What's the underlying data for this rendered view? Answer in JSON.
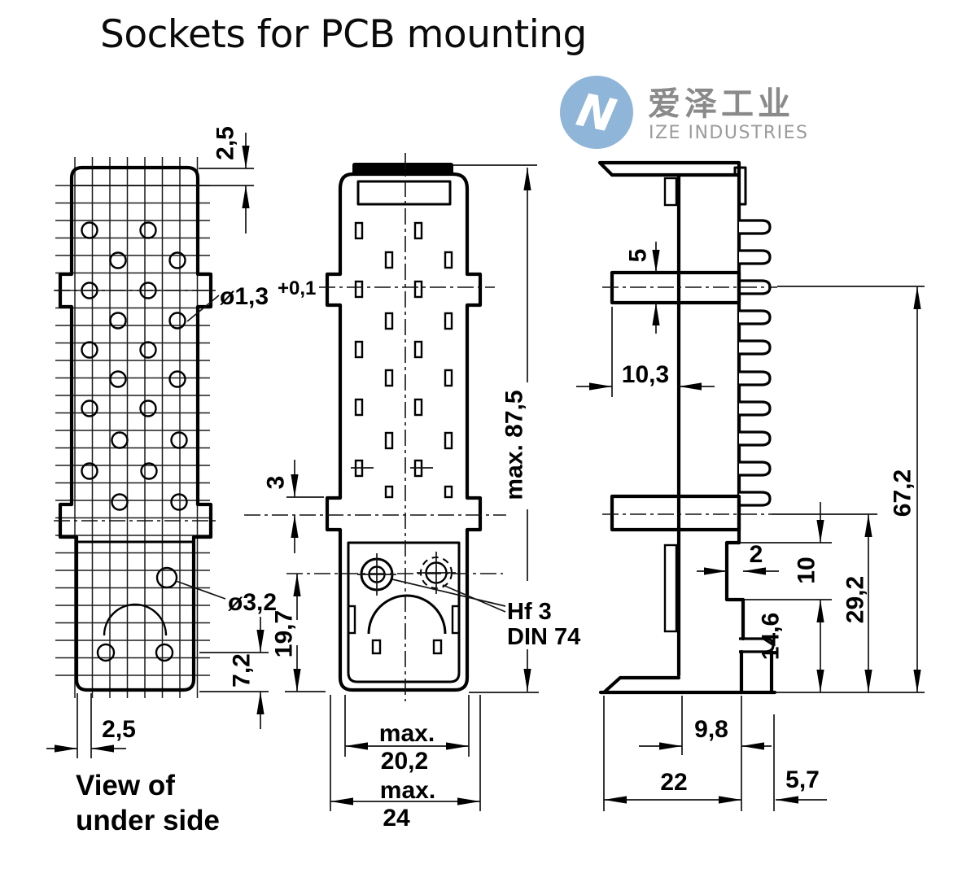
{
  "title": "Sockets for PCB mounting",
  "watermark": {
    "glyph": "N",
    "name_cn": "爱泽工业",
    "name_en": "IZE INDUSTRIES",
    "circle_color": "#8FB5D8",
    "text_color": "#8A8A8A"
  },
  "views": {
    "underside": {
      "label_line1": "View of",
      "label_line2": "under side",
      "dims": {
        "pitch_top": "2,5",
        "pitch_bottom": "2,5",
        "hole_edge_offset": "7,2"
      },
      "labels": {
        "contact_hole": "ø1,3",
        "contact_hole_tol": "+0,1",
        "mount_hole": "ø3,2"
      }
    },
    "front": {
      "dims": {
        "flange_offset": "3",
        "lower_height": "19,7",
        "total_height": "max. 87,5",
        "inner_width_prefix": "max.",
        "inner_width": "20,2",
        "outer_width_prefix": "max.",
        "outer_width": "24"
      },
      "notes": {
        "thread_line1": "Hf 3",
        "thread_line2": "DIN 74"
      }
    },
    "side": {
      "dims": {
        "flange_thickness": "5",
        "flange_depth": "10,3",
        "step_width": "2",
        "step_height": "10",
        "foot_height": "14,6",
        "lower_depth": "29,2",
        "total_height": "67,2",
        "body_depth": "9,8",
        "base_width": "22",
        "foot_width": "5,7"
      }
    }
  }
}
